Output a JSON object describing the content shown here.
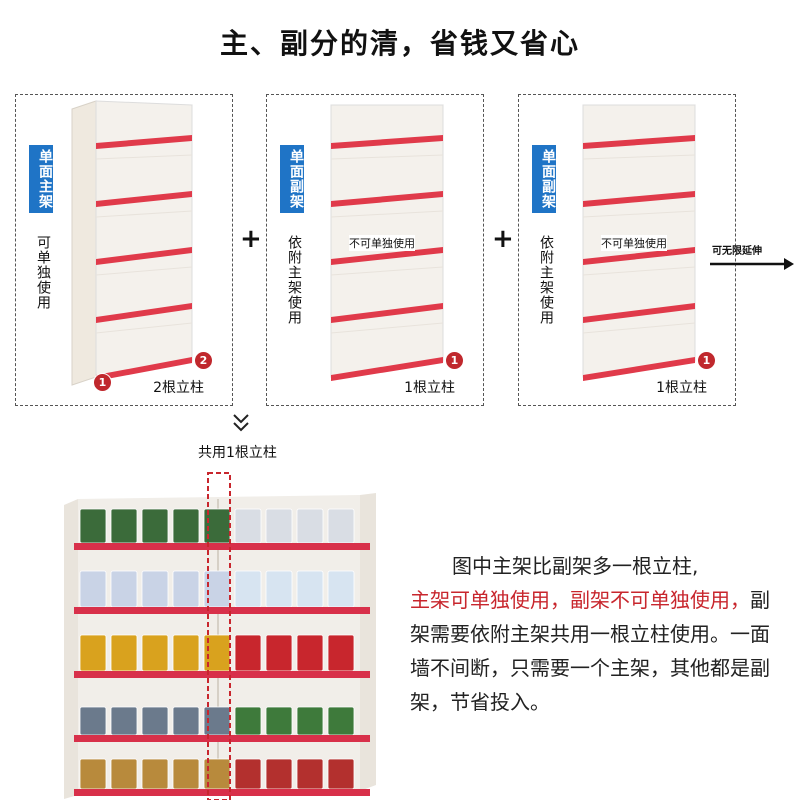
{
  "title": "主、副分的清，省钱又省心",
  "panels": [
    {
      "badge": "单面主架",
      "desc": "可单独使用",
      "post_label": "2根立柱",
      "note": "",
      "markers": [
        "1",
        "2"
      ]
    },
    {
      "badge": "单面副架",
      "desc": "依附主架使用",
      "post_label": "1根立柱",
      "note": "不可单独使用",
      "markers": [
        "1"
      ]
    },
    {
      "badge": "单面副架",
      "desc": "依附主架使用",
      "post_label": "1根立柱",
      "note": "不可单独使用",
      "markers": [
        "1"
      ]
    }
  ],
  "plus": "+",
  "extend_label": "可无限延伸",
  "shared_label": "共用1根立柱",
  "paragraph": {
    "line1": "图中主架比副架多一根立柱,",
    "red": "主架可单独使用，副架不可单独使用，",
    "rest": "副架需要依附主架共用一根立柱使用。一面墙不间断，只需要一个主架，其他都是副架，节省投入。"
  },
  "colors": {
    "accent_blue": "#1f74c6",
    "shelf_red": "#e03a4a",
    "marker_red": "#c0282d",
    "text_red": "#c8262d"
  }
}
